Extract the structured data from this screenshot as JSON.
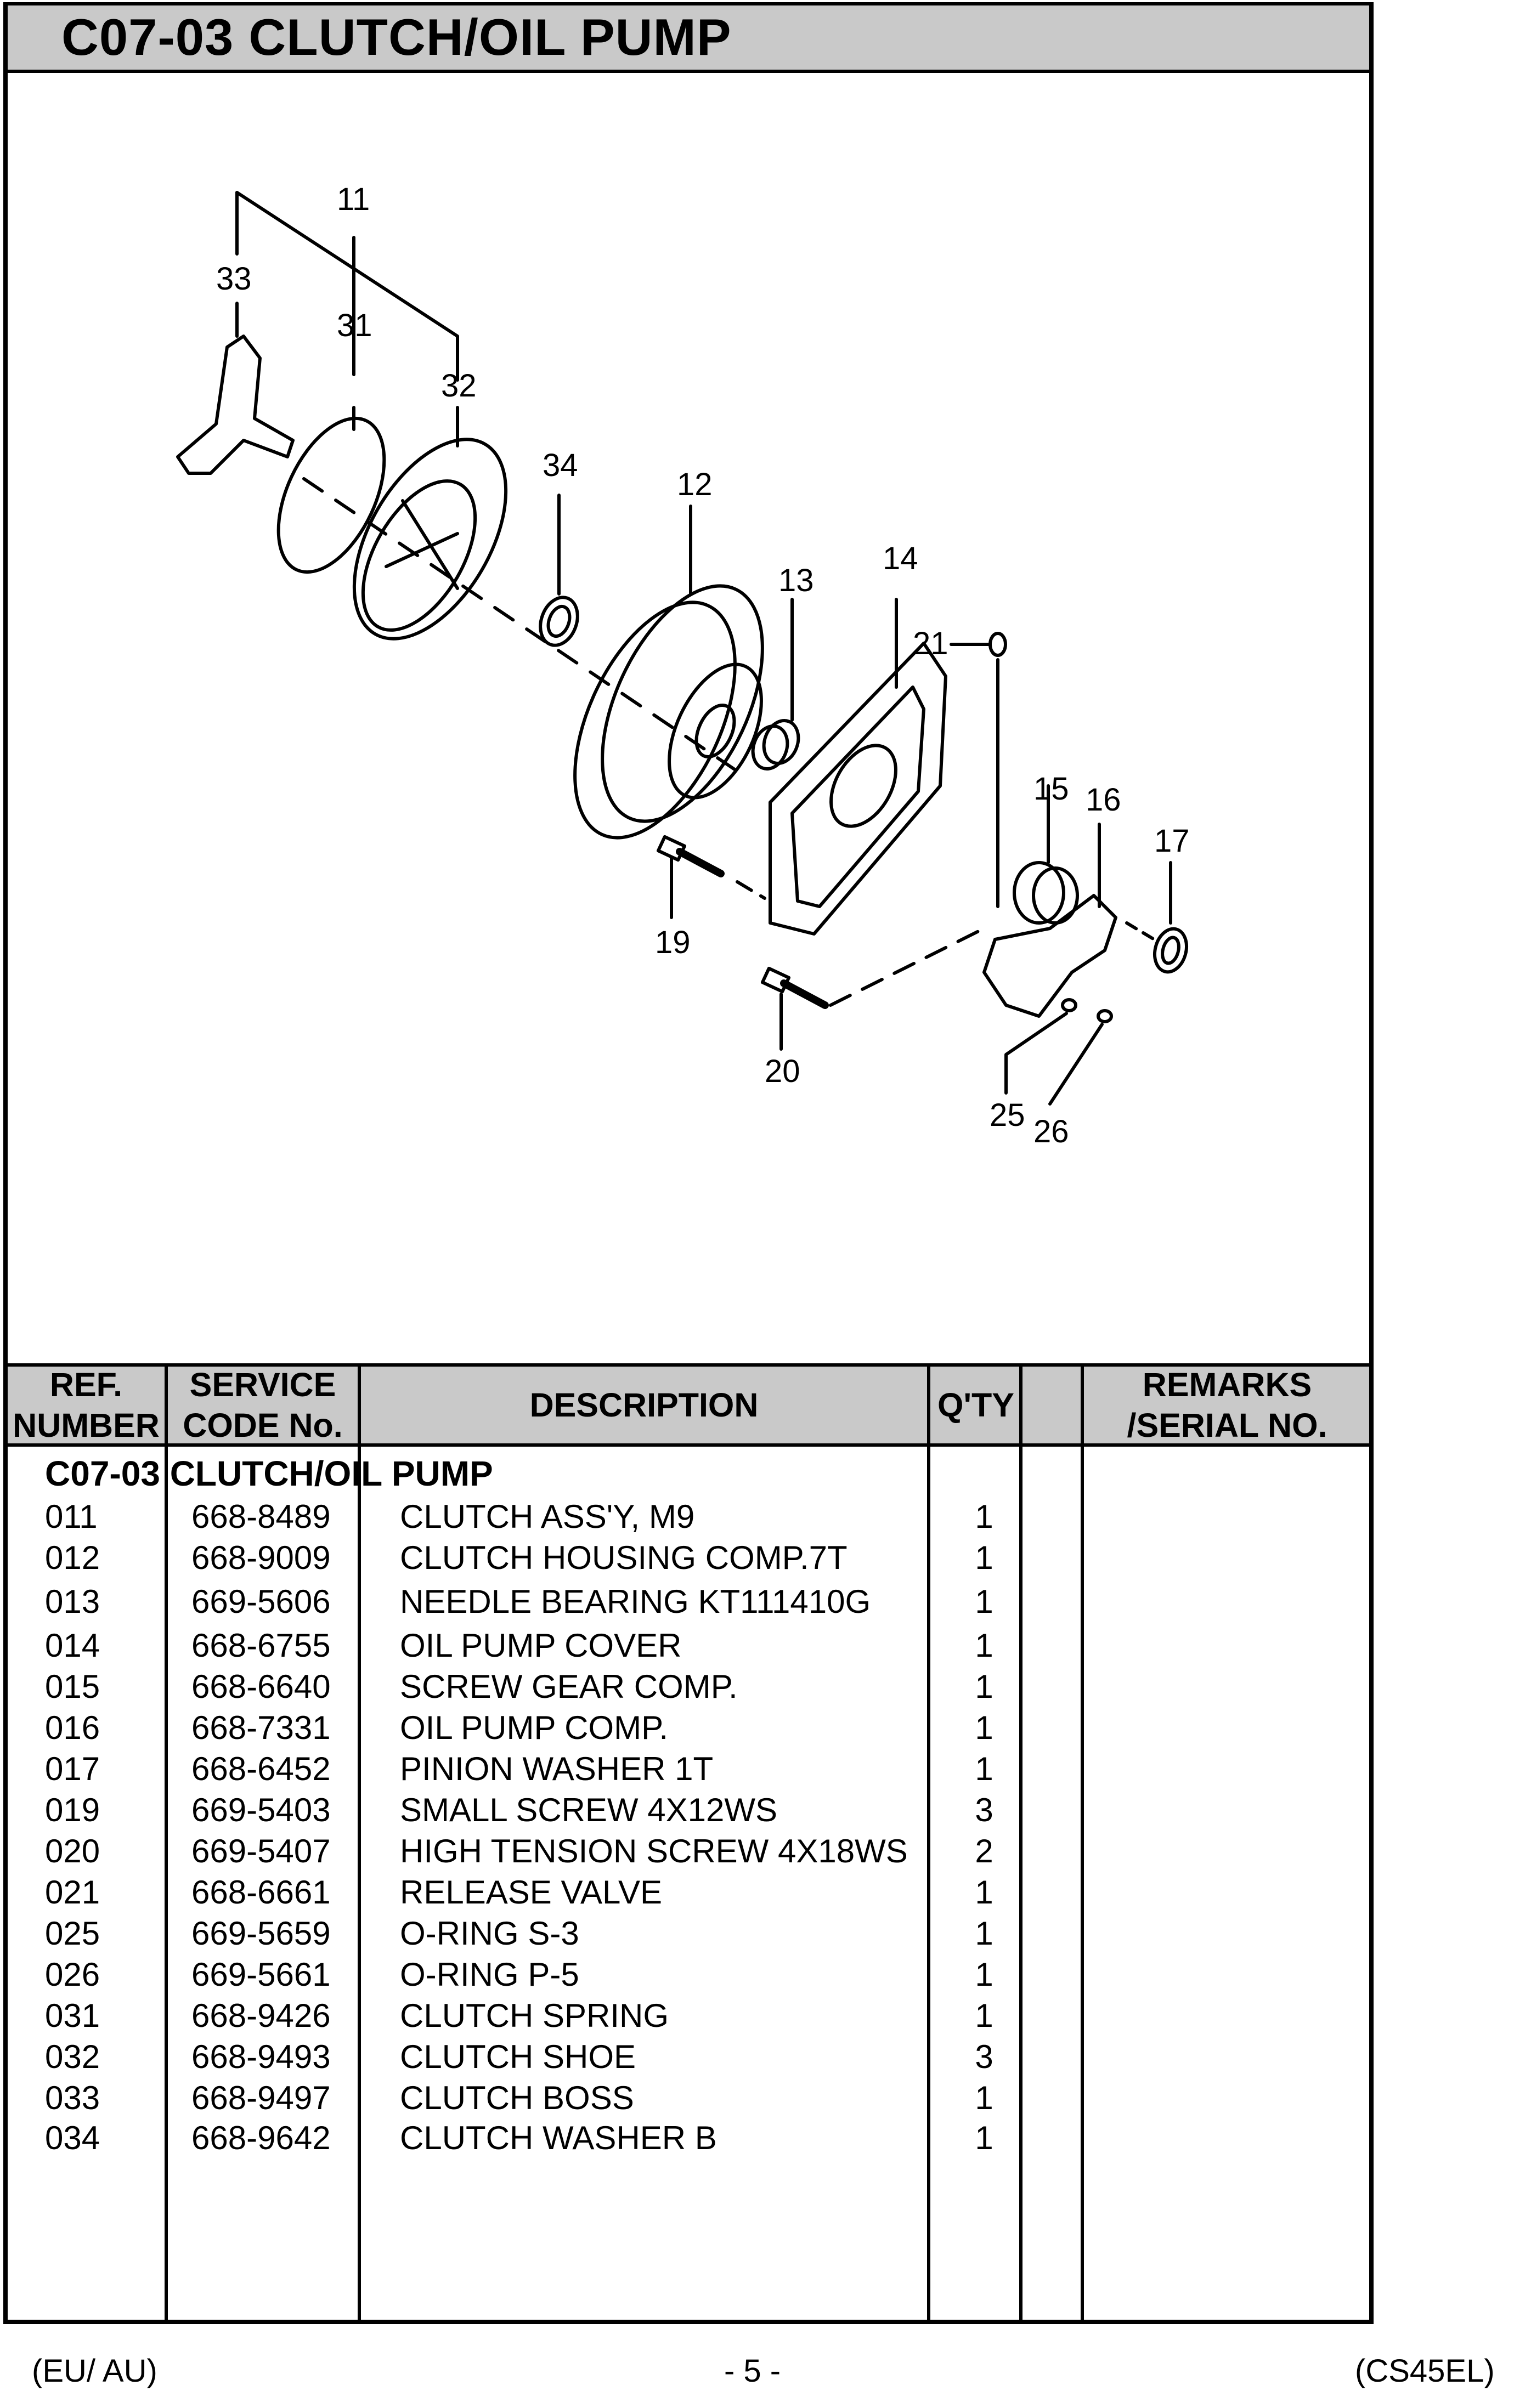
{
  "header": {
    "title": "C07-03 CLUTCH/OIL PUMP"
  },
  "diagram": {
    "callouts": [
      "11",
      "33",
      "31",
      "32",
      "34",
      "12",
      "13",
      "14",
      "21",
      "15",
      "16",
      "17",
      "19",
      "20",
      "25",
      "26"
    ]
  },
  "table": {
    "headers": {
      "ref": [
        "REF.",
        "NUMBER"
      ],
      "code": [
        "SERVICE",
        "CODE No."
      ],
      "desc": "DESCRIPTION",
      "qty": "Q'TY",
      "remarks": [
        "REMARKS",
        "/SERIAL NO."
      ]
    },
    "section_title": "C07-03 CLUTCH/OIL PUMP",
    "rows": [
      {
        "ref": "011",
        "code": "668-8489",
        "desc": "CLUTCH ASS'Y, M9",
        "qty": "1"
      },
      {
        "ref": "012",
        "code": "668-9009",
        "desc": "CLUTCH HOUSING COMP.7T",
        "qty": "1"
      },
      {
        "ref": "013",
        "code": "669-5606",
        "desc": "NEEDLE BEARING KT111410G",
        "qty": "1"
      },
      {
        "ref": "014",
        "code": "668-6755",
        "desc": "OIL PUMP COVER",
        "qty": "1"
      },
      {
        "ref": "015",
        "code": "668-6640",
        "desc": "SCREW GEAR COMP.",
        "qty": "1"
      },
      {
        "ref": "016",
        "code": "668-7331",
        "desc": "OIL PUMP COMP.",
        "qty": "1"
      },
      {
        "ref": "017",
        "code": "668-6452",
        "desc": "PINION WASHER 1T",
        "qty": "1"
      },
      {
        "ref": "019",
        "code": "669-5403",
        "desc": "SMALL SCREW 4X12WS",
        "qty": "3"
      },
      {
        "ref": "020",
        "code": "669-5407",
        "desc": "HIGH TENSION SCREW 4X18WS",
        "qty": "2"
      },
      {
        "ref": "021",
        "code": "668-6661",
        "desc": "RELEASE VALVE",
        "qty": "1"
      },
      {
        "ref": "025",
        "code": "669-5659",
        "desc": "O-RING S-3",
        "qty": "1"
      },
      {
        "ref": "026",
        "code": "669-5661",
        "desc": "O-RING P-5",
        "qty": "1"
      },
      {
        "ref": "031",
        "code": "668-9426",
        "desc": "CLUTCH SPRING",
        "qty": "1"
      },
      {
        "ref": "032",
        "code": "668-9493",
        "desc": "CLUTCH SHOE",
        "qty": "3"
      },
      {
        "ref": "033",
        "code": "668-9497",
        "desc": "CLUTCH BOSS",
        "qty": "1"
      },
      {
        "ref": "034",
        "code": "668-9642",
        "desc": "CLUTCH WASHER B",
        "qty": "1"
      }
    ]
  },
  "footer": {
    "left": "(EU/ AU)",
    "center": "- 5 -",
    "right": "(CS45EL)"
  }
}
